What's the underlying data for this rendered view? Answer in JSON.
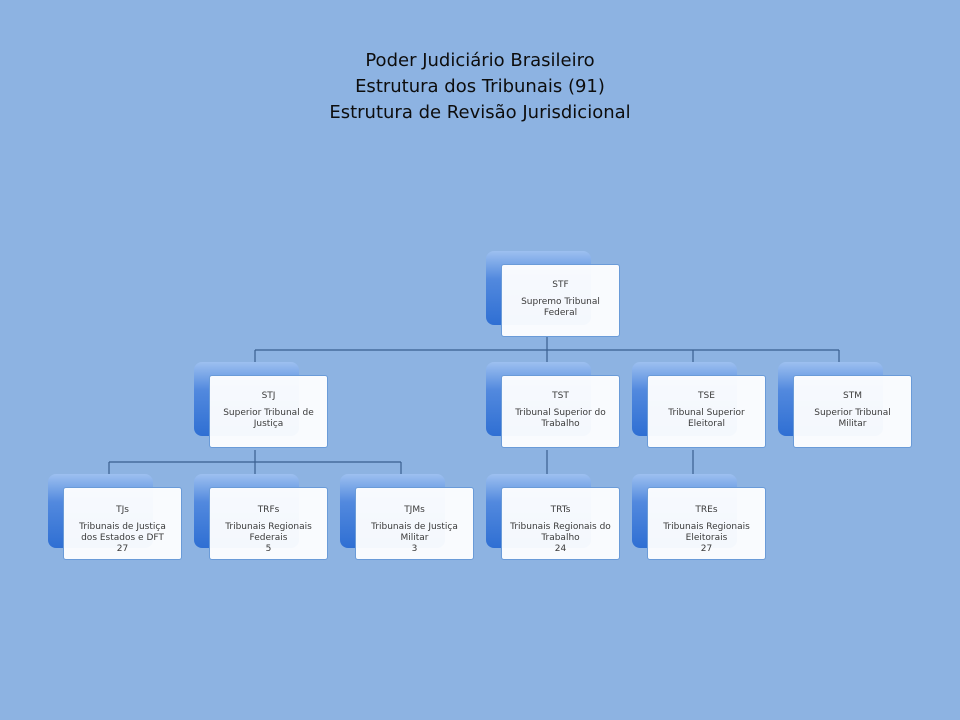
{
  "title": {
    "line1": "Poder Judiciário Brasileiro",
    "line2": "Estrutura dos Tribunais (91)",
    "line3": "Estrutura de Revisão Jurisdicional"
  },
  "nodes": {
    "stf": {
      "abbr": "STF",
      "name": "Supremo Tribunal Federal",
      "count": ""
    },
    "stj": {
      "abbr": "STJ",
      "name": "Superior Tribunal de Justiça",
      "count": ""
    },
    "tst": {
      "abbr": "TST",
      "name": "Tribunal Superior do Trabalho",
      "count": ""
    },
    "tse": {
      "abbr": "TSE",
      "name": "Tribunal Superior Eleitoral",
      "count": ""
    },
    "stm": {
      "abbr": "STM",
      "name": "Superior Tribunal Militar",
      "count": ""
    },
    "tjs": {
      "abbr": "TJs",
      "name": "Tribunais de Justiça dos Estados e DFT",
      "count": "27"
    },
    "trfs": {
      "abbr": "TRFs",
      "name": "Tribunais Regionais Federais",
      "count": "5"
    },
    "tjms": {
      "abbr": "TJMs",
      "name": "Tribunais de Justiça Militar",
      "count": "3"
    },
    "trts": {
      "abbr": "TRTs",
      "name": "Tribunais Regionais do Trabalho",
      "count": "24"
    },
    "tres": {
      "abbr": "TREs",
      "name": "Tribunais Regionais Eleitorais",
      "count": "27"
    }
  }
}
